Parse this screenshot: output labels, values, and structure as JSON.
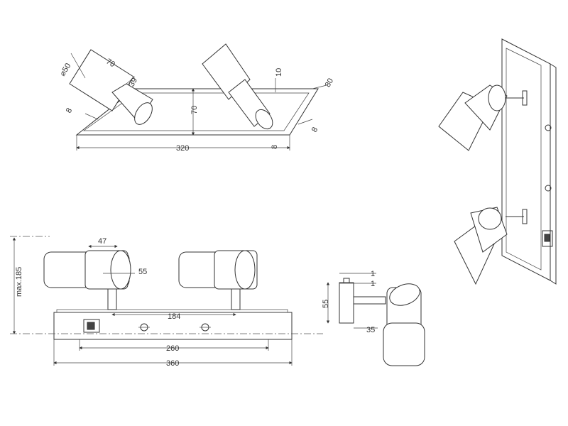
{
  "dims": {
    "top_dia": "⌀50",
    "top_len": "70",
    "top_39": "39",
    "top_8a": "8",
    "top_70h": "70",
    "top_10": "10",
    "top_80": "80",
    "top_8b": "8",
    "top_8c": "8",
    "top_320": "320",
    "front_47": "47",
    "front_55": "55",
    "front_184": "184",
    "front_260": "260",
    "front_360": "360",
    "front_max": "max.185",
    "side_1a": "1",
    "side_1b": "1",
    "side_55": "55",
    "side_35": "35"
  }
}
